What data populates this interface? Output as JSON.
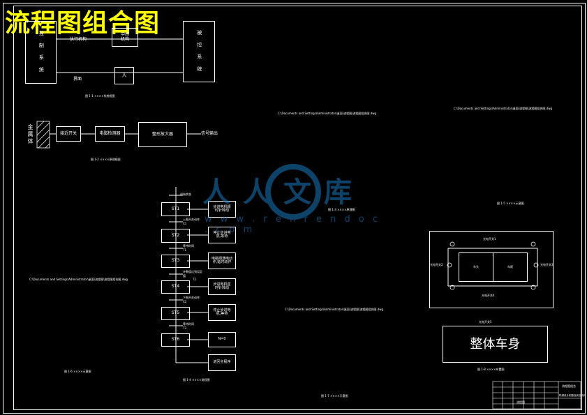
{
  "title": "流程图组合图",
  "diagram1": {
    "left_box": "控 制 系 统",
    "right_box": "被 控 系 统",
    "top_box": "中间\n机构",
    "person_box": "人",
    "label_exec": "执行机构",
    "label_ui": "界面",
    "caption": "图 1-1 ××××系统框图"
  },
  "diagram2": {
    "metal_label": "金属体",
    "node1": "接近开关",
    "node2": "电磁检测器",
    "node3": "整形放大器",
    "output": "信号输出",
    "caption": "图 1-2 ××××原理框图"
  },
  "flow": {
    "start": "初始状态",
    "steps": [
      {
        "id": "ST1",
        "action": "步进电机顺\n时针转动",
        "cond": "上限开关动作\nX1"
      },
      {
        "id": "ST2",
        "action": "停止步进电\n机,等待",
        "cond": "等待时间\nT1"
      },
      {
        "id": "ST3",
        "action": "电磁阀通电动\n作,延时动作",
        "cond": "计数值达到设定\n值"
      },
      {
        "id": "ST4",
        "action": "步进电机逆\n时针转动",
        "cond": "T2"
      },
      {
        "id": "ST5",
        "action": "停止步进电\n机,等待",
        "cond": "下限开关动作\nX2"
      },
      {
        "id": "ST6",
        "action": "N=0",
        "cond": "等待时间\nT3"
      }
    ],
    "last_box": "返回主程序",
    "caption": "图 1-4 ××××流程图"
  },
  "paths": {
    "p1": "C:\\Documents and Settings\\Administrator\\桌面\\流程图\\流程图组合图.dwg",
    "p2": "C:\\Documents and Settings\\Administrator\\桌面\\流程图\\流程图组合图.dwg",
    "p3": "C:\\Documents and Settings\\Administrator\\桌面\\流程图\\流程图组合图.dwg",
    "p4": "C:\\Documents and Settings\\Administrator\\桌面\\流程图\\流程图组合图.dwg"
  },
  "captions": {
    "c3": "图 1-3 ××××原理图",
    "c5": "图 1-5 ××××示意图",
    "c6": "图 1-6 ××××示意图",
    "c7": "图 1-7 ××××示意图",
    "c8": "图 1-8 ××××布置图"
  },
  "vehicle": {
    "top_switch": "光电开关1",
    "left_switch": "光电开关2",
    "right_switch": "光电开关3",
    "bottom_switch": "光电开关4",
    "cell_left": "车头",
    "cell_right": "车尾",
    "body_label_top": "光电开关5",
    "body_box": "整体车身"
  },
  "titleblock": {
    "name": "流程图组合",
    "sub": "机械设计制造及其自动化",
    "drawing": "流程图"
  },
  "watermark": {
    "text": "人人文库",
    "url": "w w w . r e n r e n d o c . c o m",
    "color": "#1a7abf"
  }
}
